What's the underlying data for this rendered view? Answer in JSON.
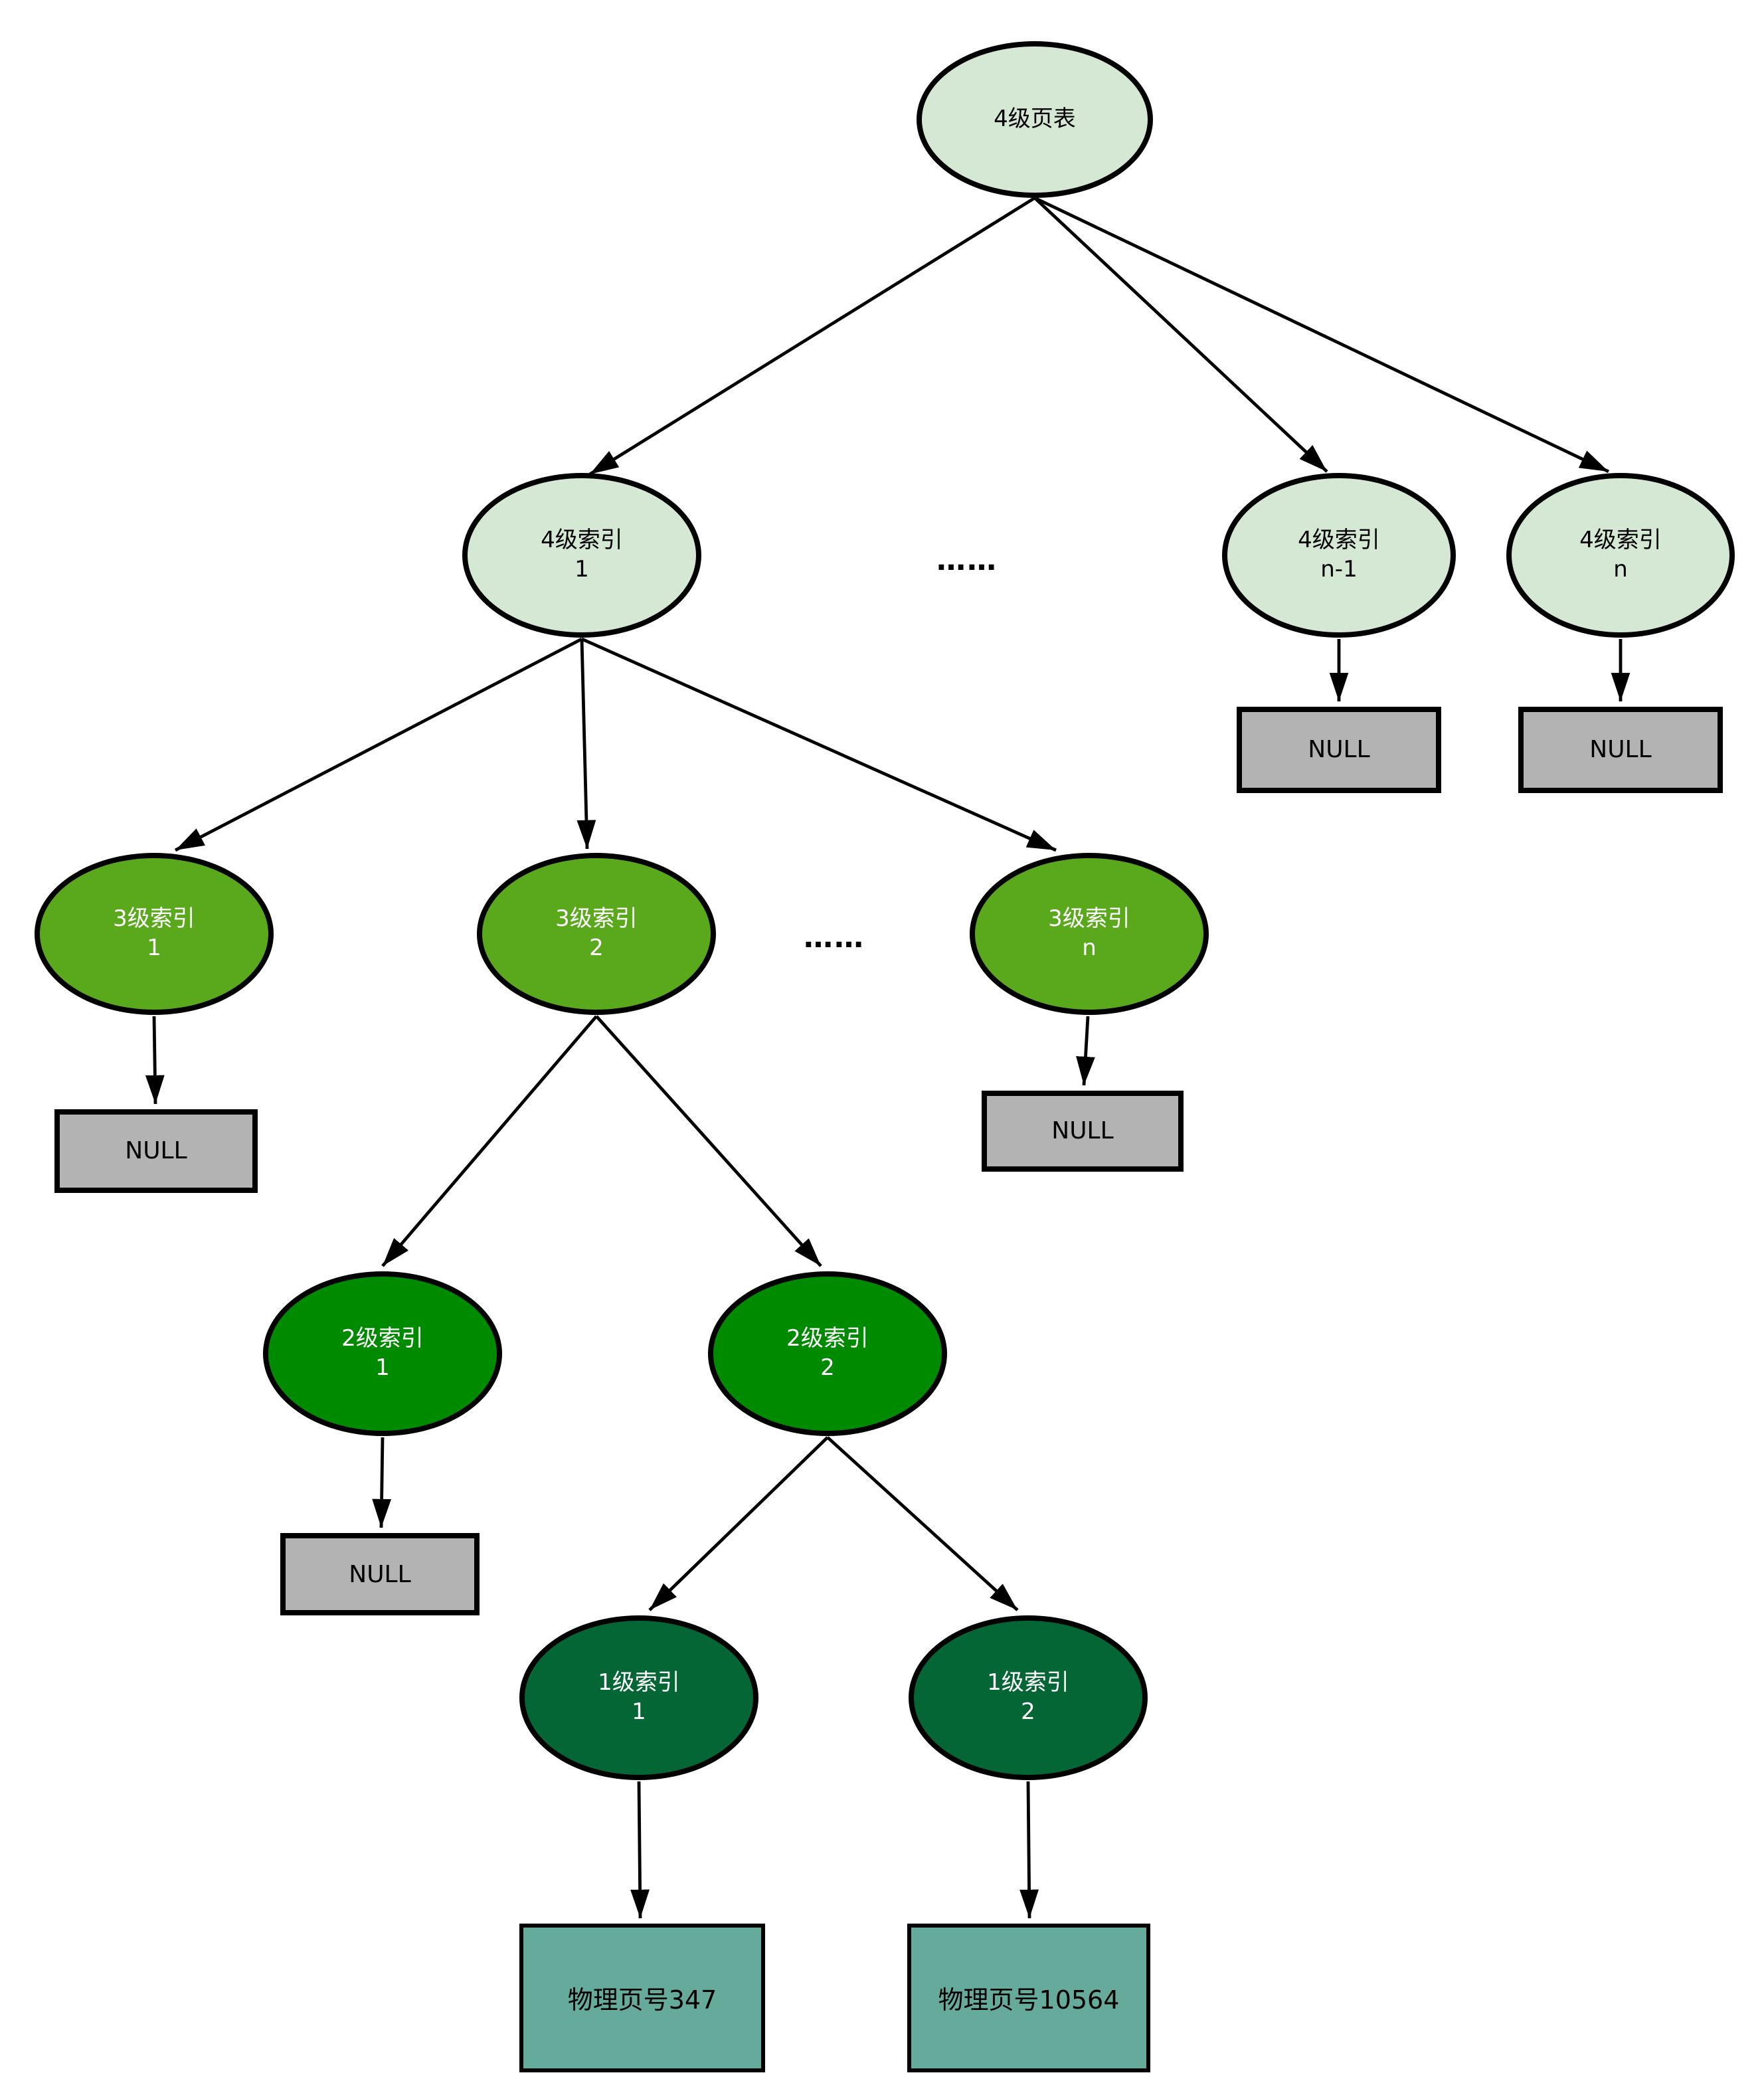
{
  "nodes": {
    "root": {
      "line1": "4级页表",
      "line2": ""
    },
    "l4_1": {
      "line1": "4级索引",
      "line2": "1"
    },
    "l4_n1": {
      "line1": "4级索引",
      "line2": "n-1"
    },
    "l4_n": {
      "line1": "4级索引",
      "line2": "n"
    },
    "l3_1": {
      "line1": "3级索引",
      "line2": "1"
    },
    "l3_2": {
      "line1": "3级索引",
      "line2": "2"
    },
    "l3_n": {
      "line1": "3级索引",
      "line2": "n"
    },
    "l2_1": {
      "line1": "2级索引",
      "line2": "1"
    },
    "l2_2": {
      "line1": "2级索引",
      "line2": "2"
    },
    "l1_1": {
      "line1": "1级索引",
      "line2": "1"
    },
    "l1_2": {
      "line1": "1级索引",
      "line2": "2"
    },
    "null_l4_n1": {
      "label": "NULL"
    },
    "null_l4_n": {
      "label": "NULL"
    },
    "null_l3_1": {
      "label": "NULL"
    },
    "null_l3_n": {
      "label": "NULL"
    },
    "null_l2_1": {
      "label": "NULL"
    },
    "phy_347": {
      "label": "物理页号347"
    },
    "phy_10564": {
      "label": "物理页号10564"
    }
  },
  "ellipsis": {
    "level4_row": "……",
    "level3_row": "……"
  },
  "edges": [
    {
      "from": "root",
      "to": "l4_1"
    },
    {
      "from": "root",
      "to": "l4_n1"
    },
    {
      "from": "root",
      "to": "l4_n"
    },
    {
      "from": "l4_n1",
      "to": "null_l4_n1"
    },
    {
      "from": "l4_n",
      "to": "null_l4_n"
    },
    {
      "from": "l4_1",
      "to": "l3_1"
    },
    {
      "from": "l4_1",
      "to": "l3_2"
    },
    {
      "from": "l4_1",
      "to": "l3_n"
    },
    {
      "from": "l3_1",
      "to": "null_l3_1"
    },
    {
      "from": "l3_2",
      "to": "l2_1"
    },
    {
      "from": "l3_2",
      "to": "l2_2"
    },
    {
      "from": "l3_n",
      "to": "null_l3_n"
    },
    {
      "from": "l2_1",
      "to": "null_l2_1"
    },
    {
      "from": "l2_2",
      "to": "l1_1"
    },
    {
      "from": "l2_2",
      "to": "l1_2"
    },
    {
      "from": "l1_1",
      "to": "phy_347"
    },
    {
      "from": "l1_2",
      "to": "phy_10564"
    }
  ],
  "colors": {
    "level4_fill": "#d5e8d4",
    "level3_fill": "#5aa81c",
    "level2_fill": "#008a00",
    "level1_fill": "#056635",
    "null_fill": "#b3b3b3",
    "physical_fill": "#66aa9b",
    "stroke": "#000000"
  }
}
